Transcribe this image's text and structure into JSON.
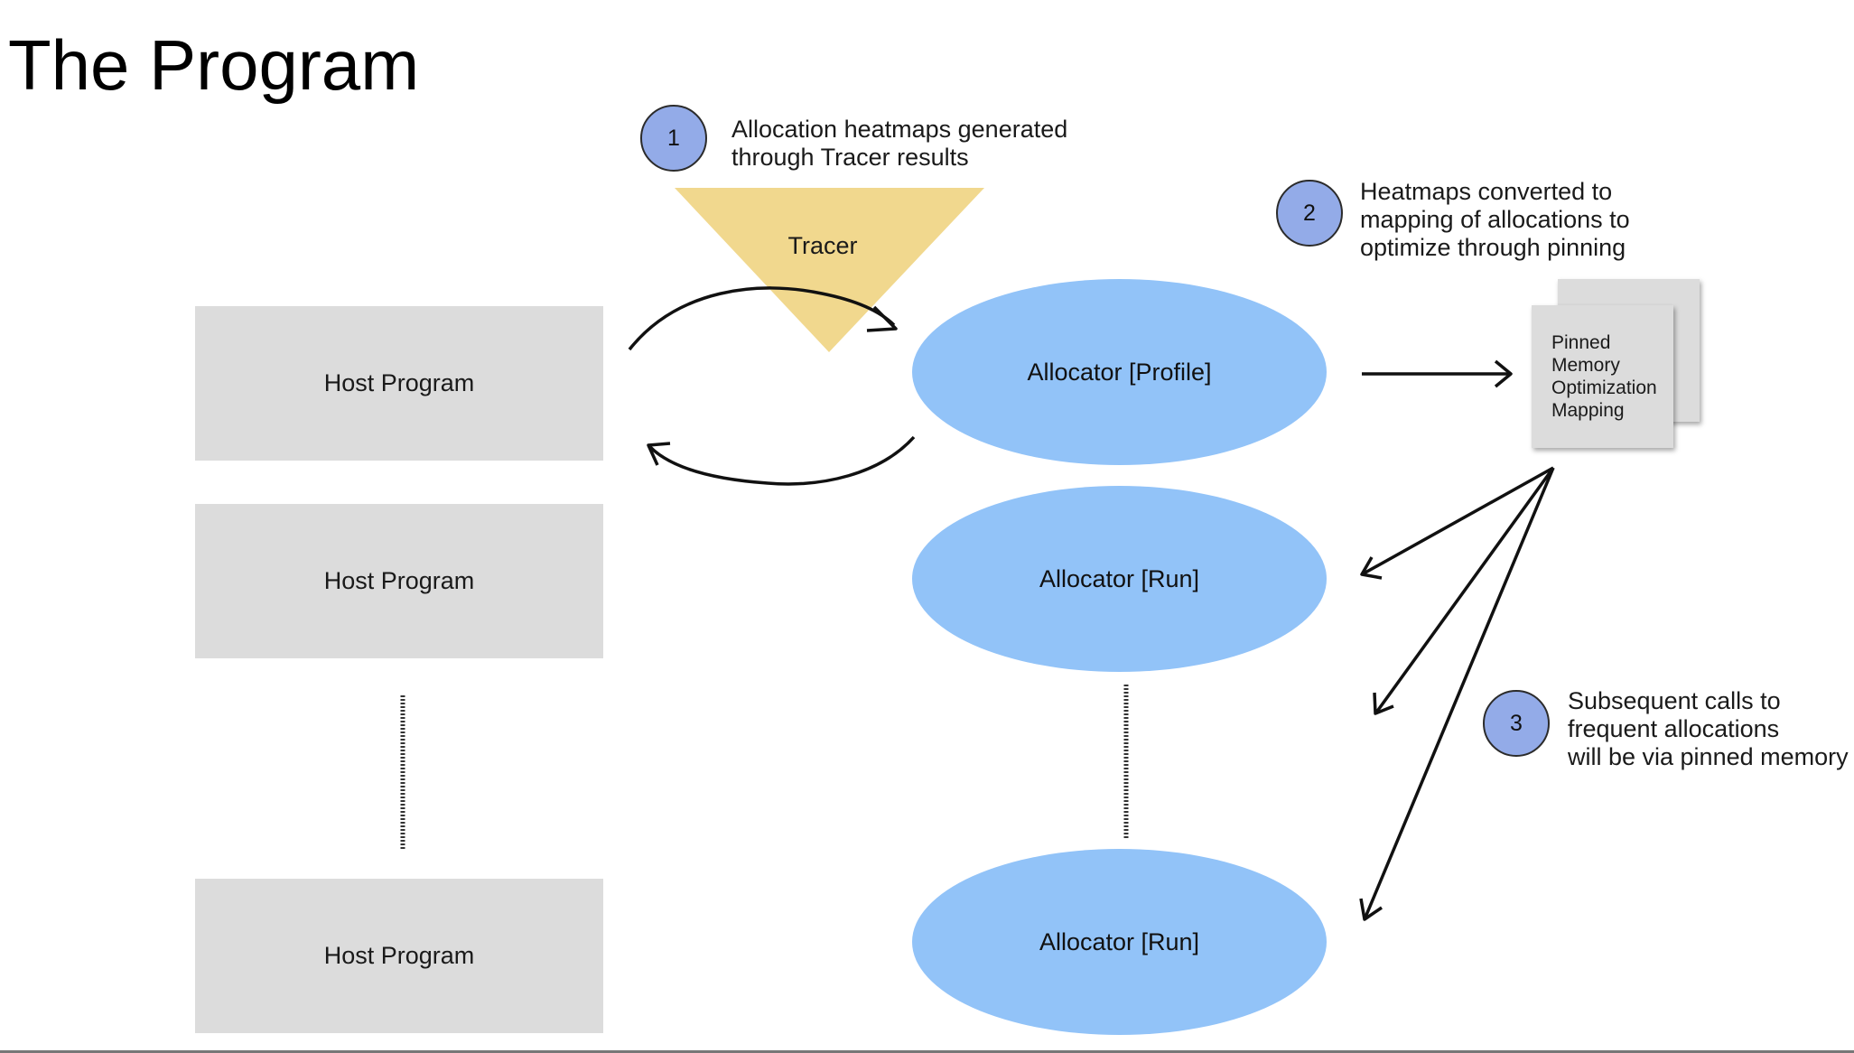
{
  "title": "The Program",
  "hosts": [
    "Host Program",
    "Host Program",
    "Host Program"
  ],
  "tracer": {
    "label": "Tracer",
    "color": "#f1d88e"
  },
  "allocators": [
    "Allocator [Profile]",
    "Allocator [Run]",
    "Allocator [Run]"
  ],
  "mapping_card": "Pinned\nMemory\nOptimization\nMapping",
  "steps": [
    {
      "number": "1",
      "text": "Allocation heatmaps generated\nthrough Tracer results"
    },
    {
      "number": "2",
      "text": "Heatmaps converted to\nmapping of allocations to\noptimize through pinning"
    },
    {
      "number": "3",
      "text": "Subsequent calls to\nfrequent allocations\nwill be via pinned memory"
    }
  ],
  "colors": {
    "host_box": "#dcdcdc",
    "allocator": "#92c3f8",
    "badge": "#93abe8"
  }
}
